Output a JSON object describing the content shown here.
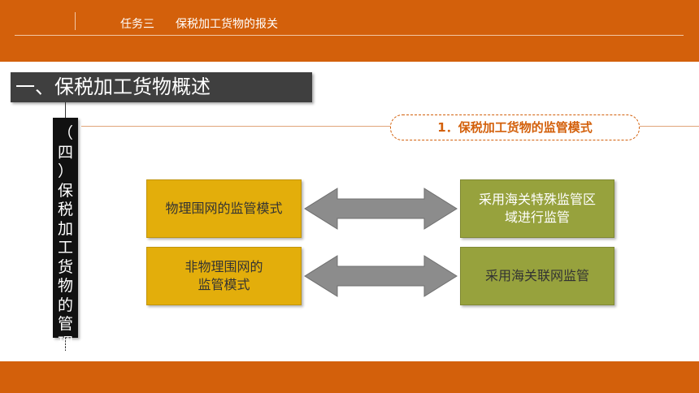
{
  "header": {
    "task": "任务三",
    "title": "保税加工货物的报关"
  },
  "section_title": "一、保税加工货物概述",
  "vertical_heading": "（\n四\n）\n保\n税\n加\n工\n货\n物\n的\n管\n理",
  "subheading": "1．保税加工货物的监管模式",
  "rows": [
    {
      "left": "物理围网的监管模式",
      "right": "采用海关特殊监管区\n域进行监管"
    },
    {
      "left": "非物理围网的\n监管模式",
      "right": "采用海关联网监管"
    }
  ],
  "colors": {
    "accent": "#d3600b",
    "yellow_box": "#e3ae0b",
    "olive_box": "#97a23d",
    "arrow": "#8c8c8c",
    "banner": "#3f3f3f"
  }
}
